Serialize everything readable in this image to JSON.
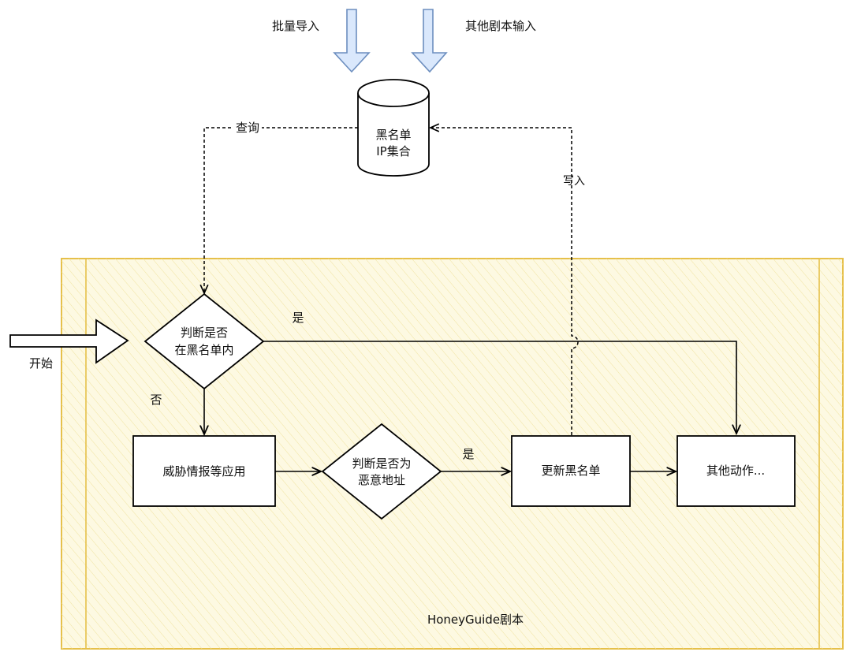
{
  "inputs": {
    "batch_import": "批量导入",
    "other_script": "其他剧本输入"
  },
  "database": {
    "line1": "黑名单",
    "line2": "IP集合"
  },
  "edges": {
    "query": "查询",
    "write": "写入",
    "yes_top": "是",
    "no": "否",
    "yes_mid": "是"
  },
  "start": {
    "label": "开始"
  },
  "decision1": {
    "line1": "判断是否",
    "line2": "在黑名单内"
  },
  "decision2": {
    "line1": "判断是否为",
    "line2": "恶意地址"
  },
  "boxes": {
    "threat_intel": "威胁情报等应用",
    "update_blacklist": "更新黑名单",
    "other_actions": "其他动作..."
  },
  "container": {
    "title": "HoneyGuide剧本",
    "fill_color": "#fdf9e2",
    "border_color": "#e6c04a"
  },
  "colors": {
    "input_arrow_stroke": "#6c8ebf",
    "input_arrow_fill": "#dae8fc"
  }
}
